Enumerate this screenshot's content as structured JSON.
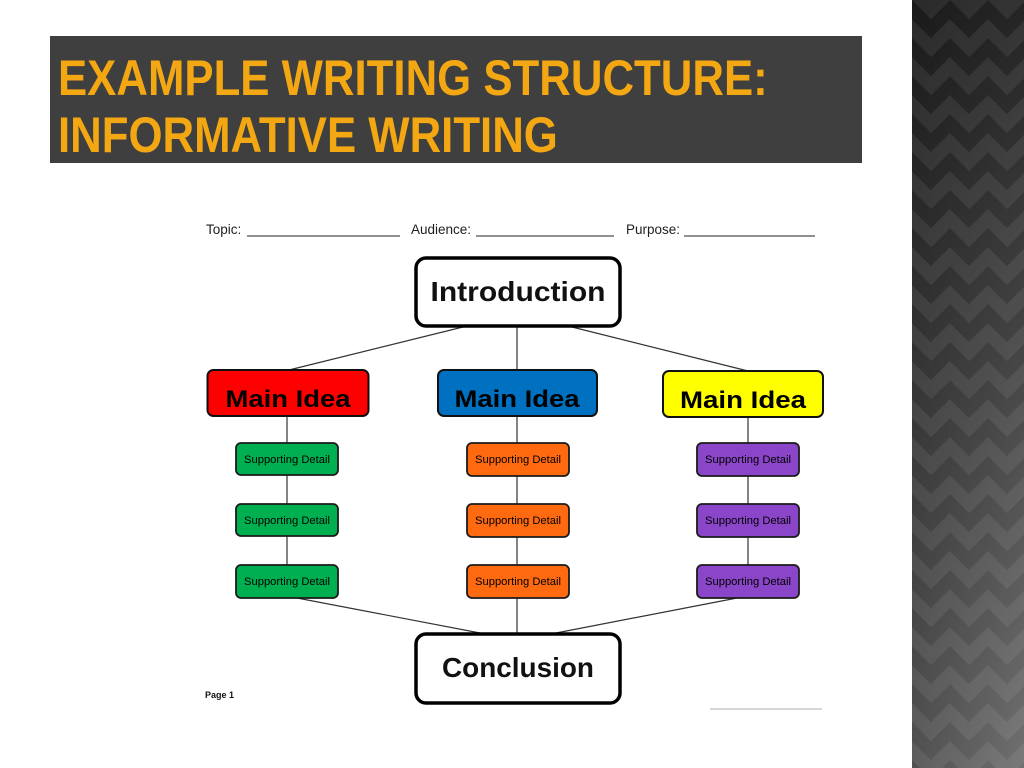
{
  "theme": {
    "title_text_color": "#f3a712",
    "title_bg_color": "#3f3f3f"
  },
  "slide": {
    "title_line1": "EXAMPLE WRITING STRUCTURE:",
    "title_line2": "INFORMATIVE WRITING"
  },
  "organizer": {
    "fields": [
      "Topic:",
      "Audience:",
      "Purpose:"
    ],
    "introduction": "Introduction",
    "main_ideas": [
      {
        "label": "Main Idea",
        "fill": "#ff0000",
        "detail_fill": "#00b050",
        "details": [
          "Supporting Detail",
          "Supporting Detail",
          "Supporting Detail"
        ]
      },
      {
        "label": "Main Idea",
        "fill": "#0070c0",
        "detail_fill": "#ff6a10",
        "details": [
          "Supporting Detail",
          "Supporting Detail",
          "Supporting Detail"
        ]
      },
      {
        "label": "Main Idea",
        "fill": "#ffff00",
        "detail_fill": "#8a45c8",
        "details": [
          "Supporting Detail",
          "Supporting Detail",
          "Supporting Detail"
        ]
      }
    ],
    "conclusion": "Conclusion",
    "page_label": "Page 1"
  }
}
